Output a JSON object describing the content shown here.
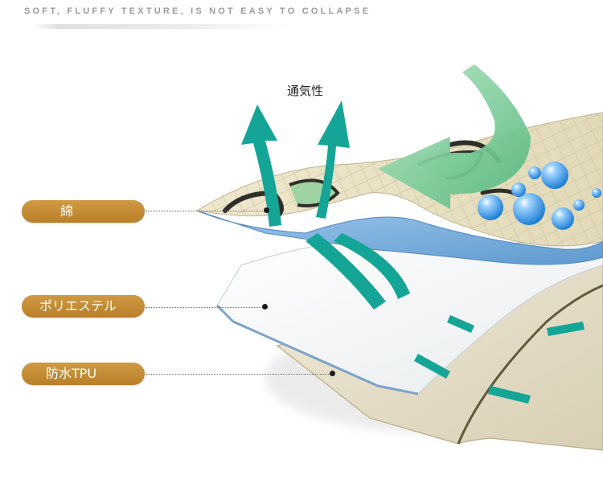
{
  "header": {
    "tagline": "SOFT, FLUFFY TEXTURE, IS NOT EASY TO COLLAPSE"
  },
  "annotations": {
    "breathability": "通気性"
  },
  "layers": [
    {
      "label": "綿"
    },
    {
      "label": "ポリエステル"
    },
    {
      "label": "防水TPU"
    }
  ],
  "colors": {
    "label_bg": "#c48a33",
    "cotton_pattern": "#e9e3c8",
    "blue_layer": "#7fb3e0",
    "polyester_layer": "#f4f6f6",
    "tpu_layer": "#e2dcc8",
    "arrow_teal": "#1aa89a",
    "arrow_green": "#8fd0a0",
    "water_drop": "#3d9be6"
  },
  "icons": [
    "airflow-arrow-icon",
    "water-drop-icon"
  ]
}
